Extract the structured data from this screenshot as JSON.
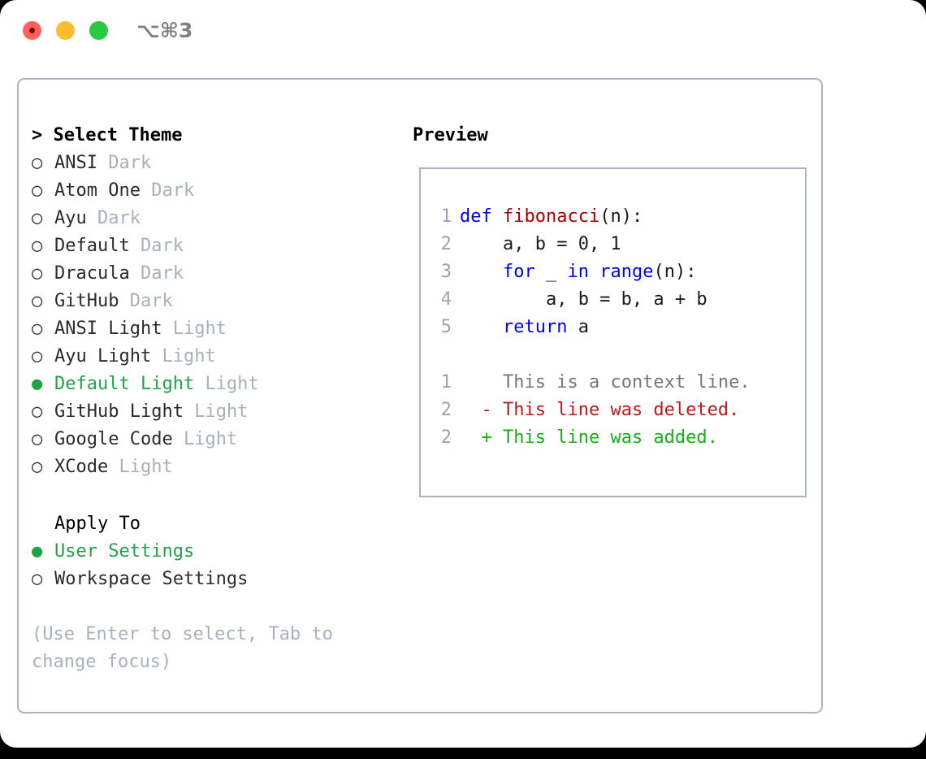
{
  "titlebar": {
    "shortcut": "⌥⌘3",
    "dots": [
      {
        "name": "close",
        "color": "#ff6059"
      },
      {
        "name": "minimize",
        "color": "#ffbd2e"
      },
      {
        "name": "zoom",
        "color": "#28c840"
      }
    ]
  },
  "theme_picker": {
    "header": "> Select Theme",
    "header_prompt": ">",
    "header_label": "Select Theme",
    "marker_selected": "●",
    "marker_unselected": "○",
    "items": [
      {
        "marker": "○",
        "label": "ANSI",
        "suffix": "Dark",
        "selected": false
      },
      {
        "marker": "○",
        "label": "Atom One",
        "suffix": "Dark",
        "selected": false
      },
      {
        "marker": "○",
        "label": "Ayu",
        "suffix": "Dark",
        "selected": false
      },
      {
        "marker": "○",
        "label": "Default",
        "suffix": "Dark",
        "selected": false
      },
      {
        "marker": "○",
        "label": "Dracula",
        "suffix": "Dark",
        "selected": false
      },
      {
        "marker": "○",
        "label": "GitHub",
        "suffix": "Dark",
        "selected": false
      },
      {
        "marker": "○",
        "label": "ANSI Light",
        "suffix": "Light",
        "selected": false
      },
      {
        "marker": "○",
        "label": "Ayu Light",
        "suffix": "Light",
        "selected": false
      },
      {
        "marker": "●",
        "label": "Default Light",
        "suffix": "Light",
        "selected": true
      },
      {
        "marker": "○",
        "label": "GitHub Light",
        "suffix": "Light",
        "selected": false
      },
      {
        "marker": "○",
        "label": "Google Code",
        "suffix": "Light",
        "selected": false
      },
      {
        "marker": "○",
        "label": "XCode",
        "suffix": "Light",
        "selected": false
      }
    ]
  },
  "apply_to": {
    "header": "Apply To",
    "items": [
      {
        "marker": "●",
        "label": "User Settings",
        "selected": true
      },
      {
        "marker": "○",
        "label": "Workspace Settings",
        "selected": false
      }
    ]
  },
  "hint": "(Use Enter to select, Tab to change focus)",
  "preview": {
    "title": "Preview",
    "code_lines": [
      {
        "number": "1",
        "spans": [
          {
            "text": "def ",
            "type": "kw"
          },
          {
            "text": "fibonacci",
            "type": "fn"
          },
          {
            "text": "(n):",
            "type": "plain"
          }
        ]
      },
      {
        "number": "2",
        "spans": [
          {
            "text": "    a, b = 0, 1",
            "type": "plain"
          }
        ]
      },
      {
        "number": "3",
        "spans": [
          {
            "text": "    ",
            "type": "plain"
          },
          {
            "text": "for",
            "type": "kw"
          },
          {
            "text": " _ ",
            "type": "plain"
          },
          {
            "text": "in",
            "type": "kw"
          },
          {
            "text": " ",
            "type": "plain"
          },
          {
            "text": "range",
            "type": "kw"
          },
          {
            "text": "(n):",
            "type": "plain"
          }
        ]
      },
      {
        "number": "4",
        "spans": [
          {
            "text": "        a, b = b, a + b",
            "type": "plain"
          }
        ]
      },
      {
        "number": "5",
        "spans": [
          {
            "text": "    ",
            "type": "plain"
          },
          {
            "text": "return",
            "type": "kw"
          },
          {
            "text": " a",
            "type": "plain"
          }
        ]
      }
    ],
    "diff_lines": [
      {
        "number": "1",
        "marker": " ",
        "text": "This is a context line.",
        "type": "context"
      },
      {
        "number": "2",
        "marker": "-",
        "text": "This line was deleted.",
        "type": "deleted"
      },
      {
        "number": "2",
        "marker": "+",
        "text": "This line was added.",
        "type": "added"
      }
    ]
  },
  "colors": {
    "selected_green": "#1ea447",
    "muted_gray": "#a8b0bd",
    "border": "#aab4c4",
    "keyword_blue": "#0000ff",
    "function_red": "#aa0000",
    "diff_deleted": "#c01818",
    "diff_added": "#13b113",
    "diff_context": "#777777"
  }
}
